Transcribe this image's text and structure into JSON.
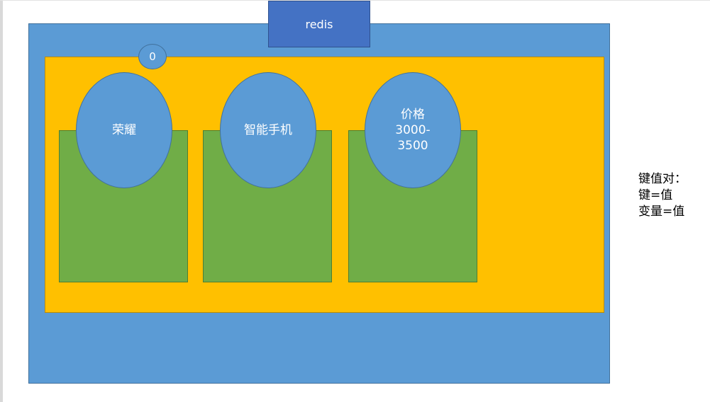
{
  "diagram": {
    "title": "redis",
    "db_index": "0",
    "keys": [
      {
        "lines": [
          "荣耀"
        ]
      },
      {
        "lines": [
          "智能手机"
        ]
      },
      {
        "lines": [
          "价格",
          "3000-",
          "3500"
        ]
      }
    ],
    "note": {
      "lines": [
        "键值对：",
        "键=值",
        "变量=值"
      ]
    }
  },
  "colors": {
    "outer": "#5b9bd5",
    "title_box": "#4472c4",
    "database": "#ffc000",
    "value_box": "#70ad47",
    "key_ellipse": "#5b9bd5"
  }
}
